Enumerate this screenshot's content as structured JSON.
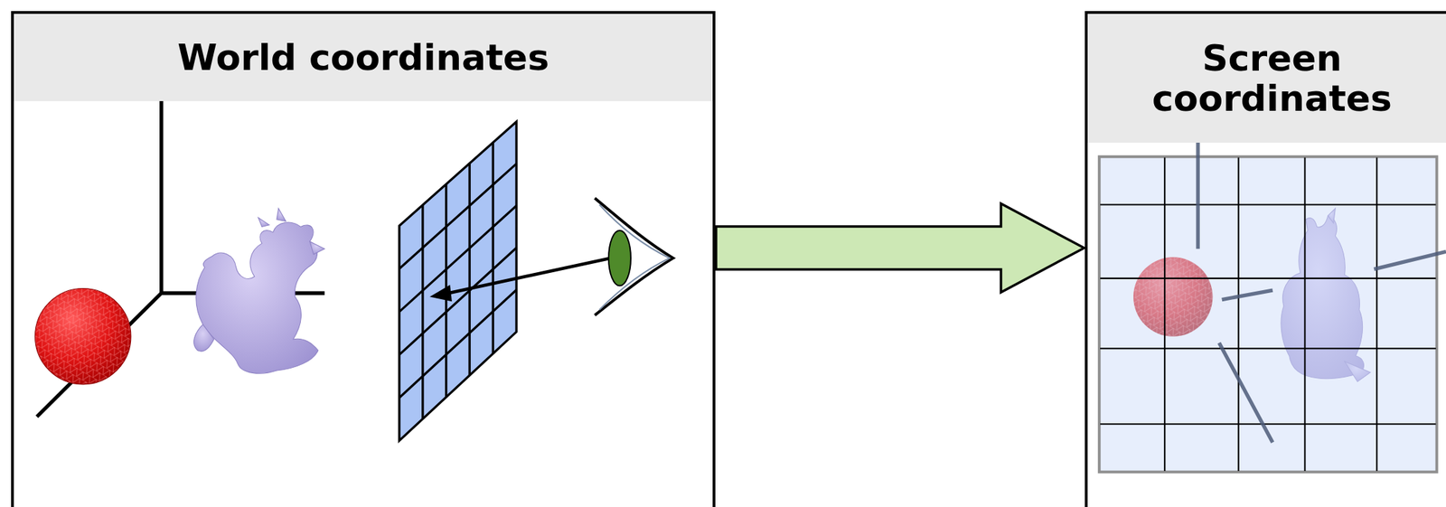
{
  "diagram": {
    "nodes": [
      {
        "text": [
          "World coordinates"
        ]
      },
      {
        "text": [
          "Screen coordinates"
        ]
      }
    ],
    "edges": [
      {
        "from": 0,
        "to": 1,
        "arrow": "to"
      }
    ]
  }
}
